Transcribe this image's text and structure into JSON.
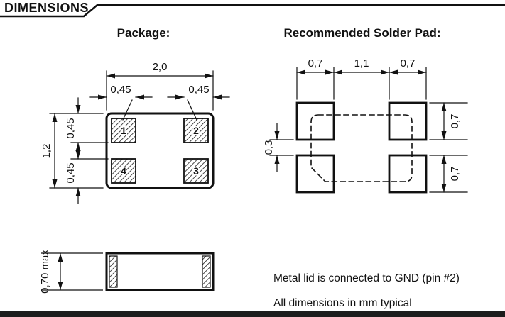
{
  "page": {
    "title": "DIMENSIONS",
    "notes": {
      "metal_lid": "Metal lid is connected to GND (pin #2)",
      "units": "All dimensions in mm typical"
    }
  },
  "package": {
    "heading": "Package:",
    "dims": {
      "body_width": "2,0",
      "pad_width_left": "0,45",
      "pad_width_right": "0,45",
      "body_height": "1,2",
      "pad_height_top": "0,45",
      "pad_height_bottom": "0,45",
      "side_height": "0,70 max"
    },
    "pads": [
      {
        "number": "1",
        "position": "top-left"
      },
      {
        "number": "2",
        "position": "top-right"
      },
      {
        "number": "3",
        "position": "bottom-right"
      },
      {
        "number": "4",
        "position": "bottom-left"
      }
    ]
  },
  "solder_pad": {
    "heading": "Recommended Solder Pad:",
    "dims": {
      "pad_width_left": "0,7",
      "gap_width": "1,1",
      "pad_width_right": "0,7",
      "gap_height": "0,3",
      "pad_height_top": "0,7",
      "pad_height_bottom": "0,7"
    }
  },
  "colors": {
    "line": "#111111",
    "background": "#ffffff"
  }
}
